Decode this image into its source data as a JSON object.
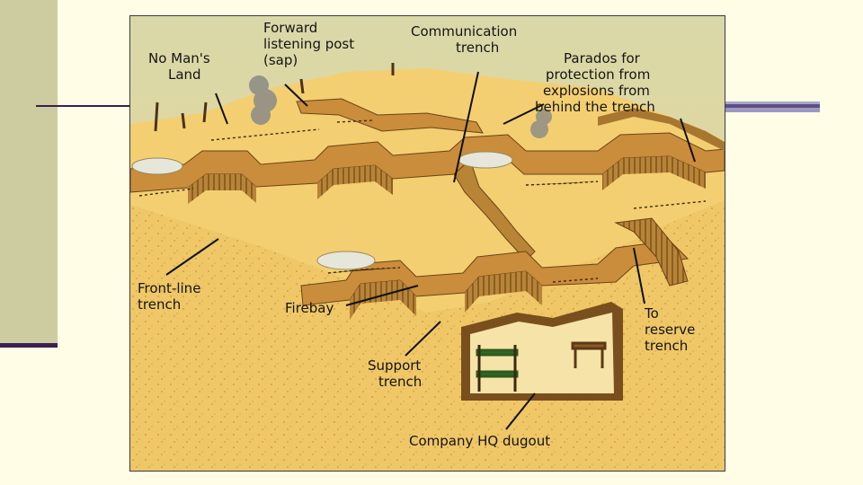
{
  "labels": {
    "no_mans_land": [
      "No Man's",
      "Land"
    ],
    "forward_post": [
      "Forward",
      "listening post",
      "(sap)"
    ],
    "communication": [
      "Communication",
      "trench"
    ],
    "parados": [
      "Parados for",
      "protection from",
      "explosions from",
      "behind the trench"
    ],
    "front_line": [
      "Front-line",
      "trench"
    ],
    "firebay": [
      "Firebay"
    ],
    "reserve": [
      "To",
      "reserve",
      "trench"
    ],
    "support": [
      "Support",
      "trench"
    ],
    "hq": [
      "Company HQ dugout"
    ]
  },
  "icons": [
    "smoke-plume-icon",
    "barbed-wire-icon",
    "tree-stump-icon",
    "shell-crater-icon",
    "bunk-bed-icon",
    "table-icon"
  ],
  "colors": {
    "page_background": "#fffde6",
    "side_band": "#cdcba0",
    "accent_dark": "#3c1f4f",
    "ground": "#f2cf73",
    "earth_wall": "#c98d3b",
    "dugout_interior": "#f6e3a8"
  }
}
